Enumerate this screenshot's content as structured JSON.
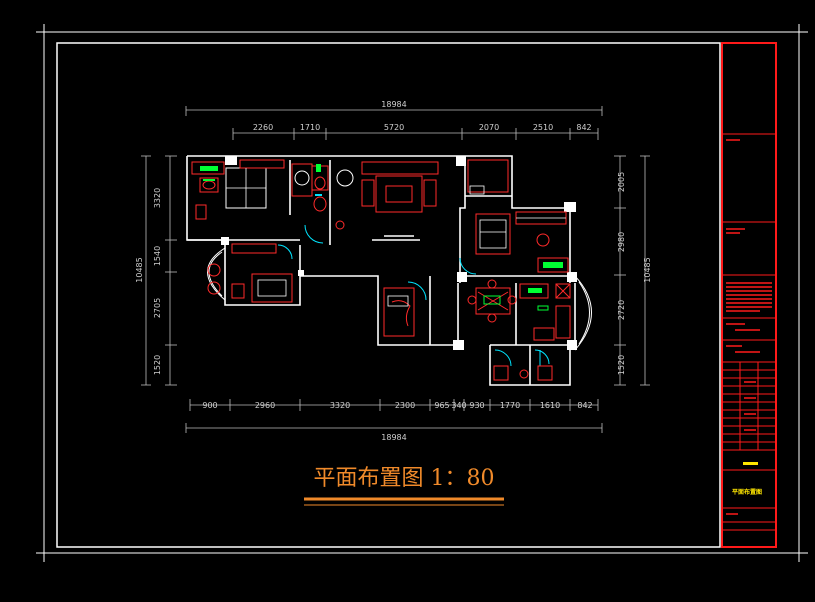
{
  "drawing": {
    "title": "平面布置图 1：80",
    "dims_top_total": "18984",
    "dims_top": [
      "2260",
      "1710",
      "5720",
      "2070",
      "2510",
      "842"
    ],
    "dims_bottom": [
      "900",
      "2960",
      "3320",
      "2300",
      "965",
      "340",
      "930",
      "1770",
      "1610",
      "842"
    ],
    "dims_bottom_total": "18984",
    "dims_left": [
      "3320",
      "1540",
      "2705",
      "1520"
    ],
    "dims_left_total": "10485",
    "dims_right": [
      "2005",
      "2980",
      "2720",
      "1520"
    ],
    "dims_right_total": "10485"
  },
  "title_block": {
    "label": "平面布置图"
  },
  "colors": {
    "background": "#000000",
    "frame": "#ffffff",
    "title_block": "#ff1a1a",
    "furniture": "#ff2a2a",
    "text_title": "#f08a2a",
    "accent_cyan": "#00e5ff",
    "accent_green": "#00ff33",
    "accent_yellow": "#ffe600"
  }
}
